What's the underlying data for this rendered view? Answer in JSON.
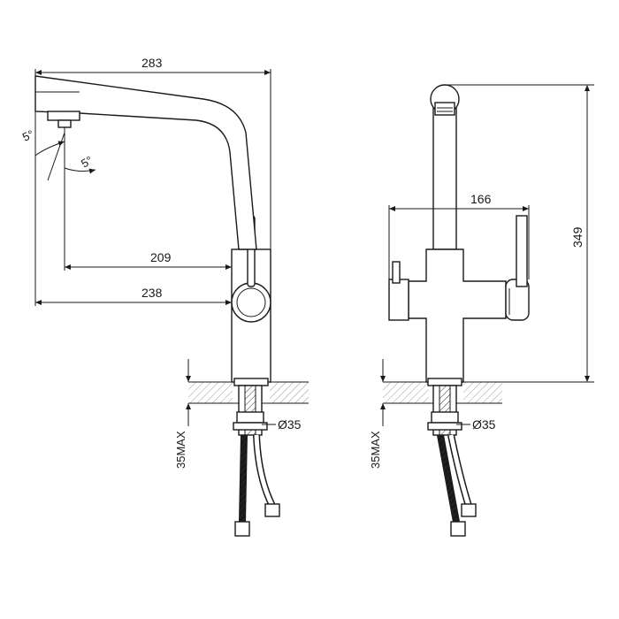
{
  "dimensions": {
    "overall_reach": "283",
    "spout_angle_a": "5°",
    "spout_angle_b": "5°",
    "reach_209": "209",
    "reach_238": "238",
    "handle_width": "166",
    "overall_height": "349",
    "hole_diameter_left": "Ø35",
    "hole_diameter_right": "Ø35",
    "counter_max_left": "35MAX",
    "counter_max_right": "35MAX"
  },
  "colors": {
    "line": "#1a1a1a",
    "hatch": "#888888",
    "background": "#ffffff"
  }
}
